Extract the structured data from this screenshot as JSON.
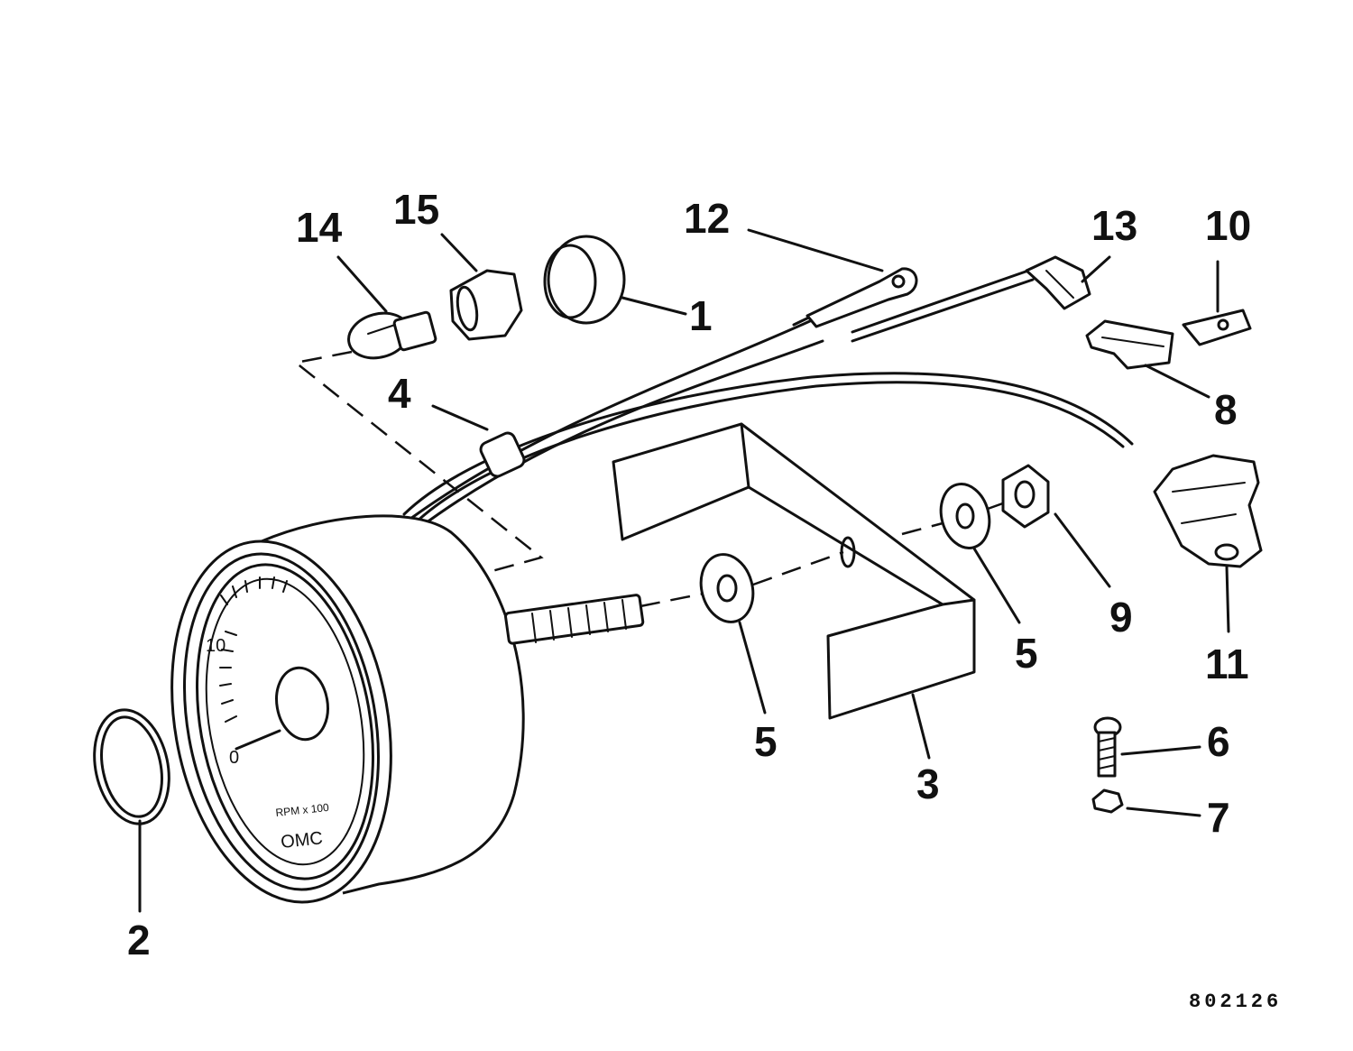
{
  "figure": {
    "reference_number": "802126",
    "callouts": [
      "1",
      "2",
      "3",
      "4",
      "5",
      "5",
      "5",
      "6",
      "7",
      "8",
      "9",
      "10",
      "11",
      "12",
      "13",
      "14",
      "15"
    ]
  },
  "gauge": {
    "dial_numbers": [
      "10",
      "0"
    ],
    "unit_text": "RPM x 100",
    "brand_text": "OMC"
  }
}
